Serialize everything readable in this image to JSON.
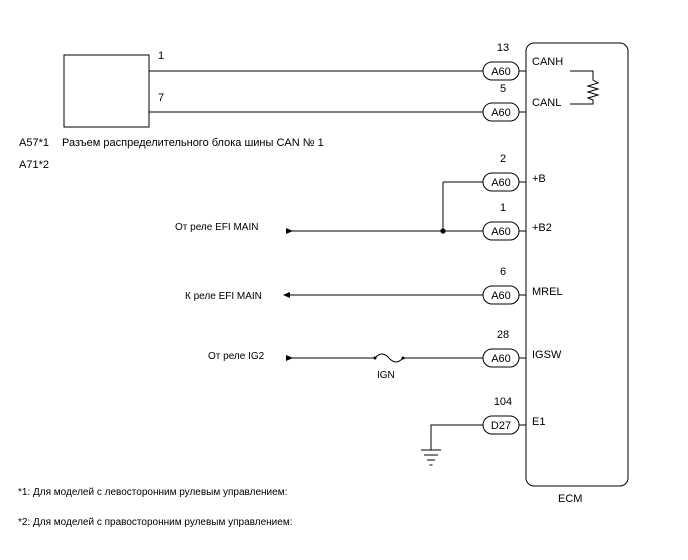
{
  "component": {
    "ids": [
      "A57*1",
      "A71*2"
    ],
    "description": "Разъем распределительного блока шины CAN № 1",
    "pins": [
      "1",
      "7"
    ]
  },
  "ecm": {
    "label": "ECM",
    "connections": [
      {
        "pin": "13",
        "connector": "A60",
        "terminal": "CANH"
      },
      {
        "pin": "5",
        "connector": "A60",
        "terminal": "CANL"
      },
      {
        "pin": "2",
        "connector": "A60",
        "terminal": "+B"
      },
      {
        "pin": "1",
        "connector": "A60",
        "terminal": "+B2"
      },
      {
        "pin": "6",
        "connector": "A60",
        "terminal": "MREL"
      },
      {
        "pin": "28",
        "connector": "A60",
        "terminal": "IGSW"
      },
      {
        "pin": "104",
        "connector": "D27",
        "terminal": "E1"
      }
    ]
  },
  "sources": {
    "efi_main_from": "От реле EFI MAIN",
    "efi_main_to": "К реле EFI MAIN",
    "ig2_from": "От реле IG2",
    "fuse": "IGN"
  },
  "footnotes": [
    "*1: Для моделей с левосторонним рулевым управлением:",
    "*2: Для моделей с правосторонним рулевым управлением:"
  ]
}
